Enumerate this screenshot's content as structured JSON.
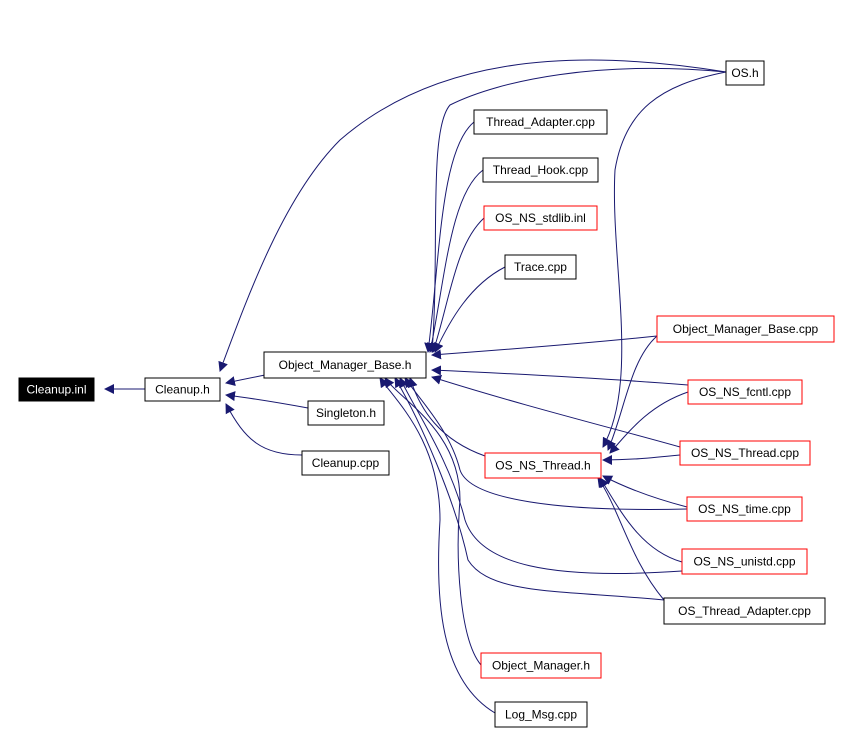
{
  "nodes": {
    "cleanup_inl": {
      "label": "Cleanup.inl",
      "style": "root"
    },
    "cleanup_h": {
      "label": "Cleanup.h",
      "style": "normal"
    },
    "omb_h": {
      "label": "Object_Manager_Base.h",
      "style": "normal"
    },
    "os_h": {
      "label": "OS.h",
      "style": "normal"
    },
    "thread_adapter_cpp": {
      "label": "Thread_Adapter.cpp",
      "style": "normal"
    },
    "thread_hook_cpp": {
      "label": "Thread_Hook.cpp",
      "style": "normal"
    },
    "os_ns_stdlib_inl": {
      "label": "OS_NS_stdlib.inl",
      "style": "truncated"
    },
    "trace_cpp": {
      "label": "Trace.cpp",
      "style": "normal"
    },
    "omb_cpp": {
      "label": "Object_Manager_Base.cpp",
      "style": "truncated"
    },
    "os_ns_fcntl_cpp": {
      "label": "OS_NS_fcntl.cpp",
      "style": "truncated"
    },
    "singleton_h": {
      "label": "Singleton.h",
      "style": "normal"
    },
    "cleanup_cpp": {
      "label": "Cleanup.cpp",
      "style": "normal"
    },
    "os_ns_thread_h": {
      "label": "OS_NS_Thread.h",
      "style": "truncated"
    },
    "os_ns_thread_cpp": {
      "label": "OS_NS_Thread.cpp",
      "style": "truncated"
    },
    "os_ns_time_cpp": {
      "label": "OS_NS_time.cpp",
      "style": "truncated"
    },
    "os_ns_unistd_cpp": {
      "label": "OS_NS_unistd.cpp",
      "style": "truncated"
    },
    "os_thread_adapter_cpp": {
      "label": "OS_Thread_Adapter.cpp",
      "style": "normal"
    },
    "object_manager_h": {
      "label": "Object_Manager.h",
      "style": "truncated"
    },
    "log_msg_cpp": {
      "label": "Log_Msg.cpp",
      "style": "normal"
    }
  },
  "colors": {
    "edge": "#191970",
    "normal_border": "#000000",
    "truncated_border": "#ff0000",
    "root_fill": "#000000",
    "root_text": "#ffffff",
    "node_fill": "#ffffff",
    "node_text": "#000000"
  }
}
